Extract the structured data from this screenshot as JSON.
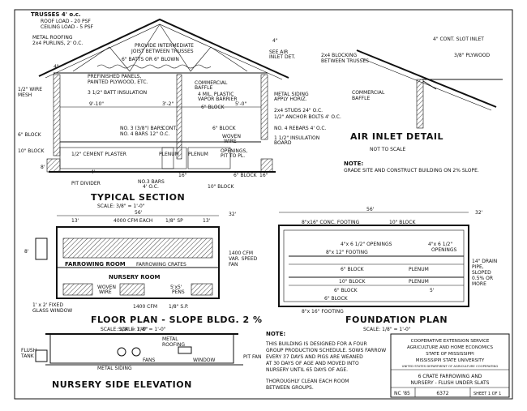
{
  "section": {
    "title": "TYPICAL SECTION",
    "scale": "SCALE: 3/8\" = 1'-0\"",
    "labels": {
      "trusses": "TRUSSES 4' o.c.",
      "roof_load": "ROOF LOAD - 20 PSF",
      "ceiling_load": "CEILING LOAD - 5 PSF",
      "metal_roofing": "METAL ROOFING",
      "purlins": "2x4 PURLINS, 2' O.C.",
      "provide": "PROVIDE INTERMEDIATE",
      "joist": "JOIST BETWEEN TRUSSES",
      "batts": "6\" BATTS OR 6\" BLOWN",
      "panels": "PREFINISHED PANELS,",
      "plywood": "PAINTED PLYWOOD, ETC.",
      "batt_insul": "3 1/2\" BATT INSULATION",
      "wire_mesh_1": "1/2\" WIRE",
      "wire_mesh_2": "MESH",
      "commercial_baffle_1": "COMMERCIAL",
      "commercial_baffle_2": "BAFFLE",
      "vapor_1": "4 MIL. PLASTIC",
      "vapor_2": "VAPOR BARRIER",
      "block_6a": "6\" BLOCK",
      "metal_siding_1": "METAL SIDING",
      "metal_siding_2": "APPLY HORIZ.",
      "studs": "2x4 STUDS 24\" O.C.",
      "anchor": "1/2\" ANCHOR BOLTS 4' O.C.",
      "bars_1": "NO. 3 (3/8\") BARS",
      "bars_2": "NO. 4 BARS 12\" O.C.",
      "cont": "CONT.",
      "block_6b": "6\" BLOCK",
      "woven_1": "WOVEN",
      "woven_2": "WIRE",
      "rebars": "NO. 4 REBARS 4' O.C.",
      "insul_board_1": "1 1/2\" INSULATION",
      "insul_board_2": "BOARD",
      "block_6c": "6\" BLOCK",
      "block_10": "10\" BLOCK",
      "cement_plaster": "1/2\" CEMENT  PLASTER",
      "plenum_1": "PLENUM",
      "plenum_2": "PLENUM",
      "openings_1": "OPENINGS,",
      "openings_2": "PIT TO PL.",
      "block_6d": "6\" BLOCK",
      "pit_divider": "PIT DIVIDER",
      "no3_bars_1": "NO.3 BARS",
      "no3_bars_2": "4' O.C.",
      "block_10b": "10\" BLOCK",
      "see_air_1": "SEE AIR",
      "see_air_2": "INLET DET.",
      "dim_910": "9'-10\"",
      "dim_32": "3'-2\"",
      "dim_50": "5'-0\"",
      "dim_4a": "4\"",
      "dim_4b": "4\"",
      "dim_16a": "16\"",
      "dim_16b": "16\"",
      "dim_8": "8'",
      "dim_4c": "4'"
    }
  },
  "air_inlet": {
    "title": "AIR INLET DETAIL",
    "subtitle": "NOT TO SCALE",
    "slot": "4\" CONT. SLOT INLET",
    "blocking_1": "2x4 BLOCKING",
    "blocking_2": "BETWEEN TRUSSES",
    "plywood": "3/8\" PLYWOOD",
    "baffle_1": "COMMERCIAL",
    "baffle_2": "BAFFLE",
    "note_head": "NOTE:",
    "note_text": "GRADE SITE AND CONSTRUCT BUILDING ON 2% SLOPE."
  },
  "floor_plan": {
    "title": "FLOOR  PLAN - SLOPE BLDG. 2 %",
    "scale": "SCALE: 1/8\" = 1'-0\"",
    "dim_56": "56'",
    "dim_13a": "13'",
    "dim_13b": "13'",
    "fan_top": "4000 CFM EACH",
    "fan_top_sp": "1/8\" SP",
    "dim_32": "32'",
    "dim_8": "8'",
    "farrowing_room": "FARROWING ROOM",
    "farrowing_crates": "FARROWING CRATES",
    "nursery_room": "NURSERY ROOM",
    "woven_1": "WOVEN",
    "woven_2": "WIRE",
    "pens_1": "5'x5'",
    "pens_2": "PENS",
    "fan_1": "1400 CFM",
    "fan_2": "VAR. SPEED",
    "fan_3": "FAN",
    "fixed_1": "1' x 2' FIXED",
    "fixed_2": "GLASS WINDOW",
    "fan_bottom": "1400 CFM",
    "fan_bottom_sp": "1/8\" S.P."
  },
  "foundation": {
    "title": "FOUNDATION  PLAN",
    "scale": "SCALE: 1/8\" = 1'-0\"",
    "dim_56": "56'",
    "dim_32": "32'",
    "footing_top": "8\"x16\" CONC. FOOTING",
    "block_10_top": "10\" BLOCK",
    "openings_1": "4\"x 6 1/2\"  OPENINGS",
    "footing_12": "8\"x 12\" FOOTING",
    "openings_2": "4\"x 6 1/2\"",
    "openings_2b": "OPENINGS",
    "block_6a": "6\" BLOCK",
    "plenum_a": "PLENUM",
    "block_10b": "10\" BLOCK",
    "plenum_b": "PLENUM",
    "block_6b": "6\" BLOCK",
    "block_6c": "6\" BLOCK",
    "footing_bottom": "8\"x 16\" FOOTING",
    "drain_1": "14\" DRAIN",
    "drain_2": "PIPE,",
    "drain_3": "SLOPED",
    "drain_4": "0.5% OR",
    "drain_5": "MORE",
    "dim_5": "5'"
  },
  "elevation": {
    "title": "NURSERY SIDE ELEVATION",
    "scale": "SCALE: 1/8\" = 1'-0\"",
    "flush_1": "FLUSH",
    "flush_2": "TANK",
    "metal_roofing_1": "METAL",
    "metal_roofing_2": "ROOFING",
    "fans": "FANS",
    "window": "WINDOW",
    "metal_siding": "METAL  SIDING",
    "pit_fan": "PIT FAN"
  },
  "note": {
    "head": "NOTE:",
    "lines": [
      "THIS BUILDING IS DESIGNED FOR A FOUR",
      "GROUP PRODUCTION SCHEDULE. SOWS FARROW",
      "EVERY 37 DAYS AND PIGS ARE WEANED",
      "AT 30 DAYS OF AGE AND MOVED INTO",
      "NURSERY UNTIL 65 DAYS OF AGE."
    ],
    "clean_1": "THOROUGHLY  CLEAN EACH ROOM",
    "clean_2": "BETWEEN  GROUPS."
  },
  "title_block": {
    "service": "COOPERATIVE EXTENSION SERVICE",
    "dept": "AGRICULTURE AND HOME ECONOMICS",
    "state": "STATE OF MISSISSIPPI",
    "univ": "MISSISSIPPI STATE UNIVERSITY",
    "coop": "UNITED STATES DEPARTMENT OF AGRICULTURE COOPERATING",
    "name_1": "6 CRATE FARROWING AND",
    "name_2": "NURSERY - FLUSH UNDER SLATS",
    "num_1": "NC '85",
    "num_2": "6372",
    "sheet": "SHEET 1 OF 1"
  }
}
